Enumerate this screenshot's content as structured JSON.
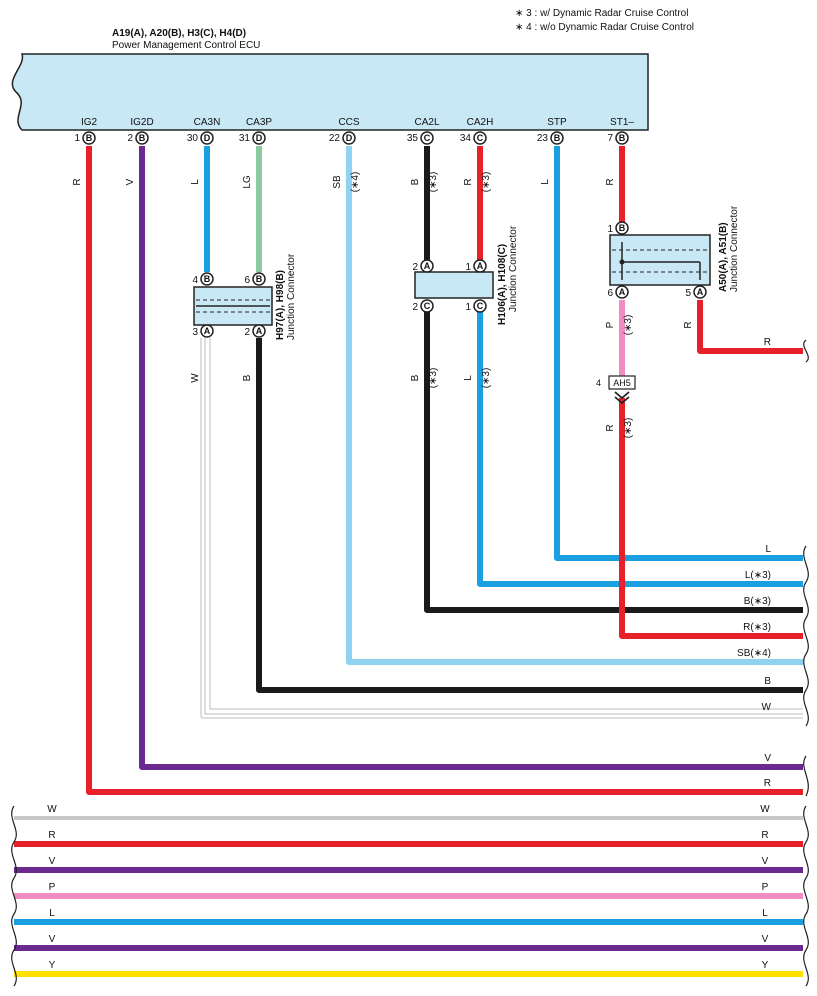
{
  "notes": [
    {
      "marker": "∗",
      "text": "3 : w/ Dynamic Radar Cruise Control"
    },
    {
      "marker": "∗",
      "text": "4 : w/o Dynamic Radar Cruise Control"
    }
  ],
  "ecu": {
    "code": "A19(A), A20(B), H3(C), H4(D)",
    "name": "Power Management Control ECU"
  },
  "ecu_pins": [
    {
      "num": "1",
      "letter": "B",
      "name": "IG2"
    },
    {
      "num": "2",
      "letter": "B",
      "name": "IG2D"
    },
    {
      "num": "30",
      "letter": "D",
      "name": "CA3N"
    },
    {
      "num": "31",
      "letter": "D",
      "name": "CA3P"
    },
    {
      "num": "22",
      "letter": "D",
      "name": "CCS"
    },
    {
      "num": "35",
      "letter": "C",
      "name": "CA2L"
    },
    {
      "num": "34",
      "letter": "C",
      "name": "CA2H"
    },
    {
      "num": "23",
      "letter": "B",
      "name": "STP"
    },
    {
      "num": "7",
      "letter": "B",
      "name": "ST1–"
    }
  ],
  "junctions": {
    "h97": {
      "code": "H97(A), H98(B)",
      "name": "Junction Connector",
      "pins": [
        {
          "num": "4",
          "letter": "B"
        },
        {
          "num": "6",
          "letter": "B"
        },
        {
          "num": "3",
          "letter": "A"
        },
        {
          "num": "2",
          "letter": "A"
        }
      ]
    },
    "h106": {
      "code": "H106(A), H108(C)",
      "name": "Junction Connector",
      "pins": [
        {
          "num": "2",
          "letter": "A"
        },
        {
          "num": "1",
          "letter": "A"
        },
        {
          "num": "2",
          "letter": "C"
        },
        {
          "num": "1",
          "letter": "C"
        }
      ]
    },
    "a50": {
      "code": "A50(A), A51(B)",
      "name": "Junction Connector",
      "pins": [
        {
          "num": "1",
          "letter": "B"
        },
        {
          "num": "6",
          "letter": "A"
        },
        {
          "num": "5",
          "letter": "A"
        }
      ]
    }
  },
  "connector_ah5": {
    "num": "4",
    "code": "AH5"
  },
  "wire_labels": {
    "ig2": "R",
    "ig2d": "V",
    "ca3n": "L",
    "ca3p": "LG",
    "ccs": "SB",
    "ccs_note": "(∗4)",
    "ca2l": "B",
    "ca2l_note": "(∗3)",
    "ca2h": "R",
    "ca2h_note": "(∗3)",
    "stp": "L",
    "st1": "R",
    "h97_out_left": "W",
    "h97_out_right": "B",
    "h106_out_left": "B",
    "h106_out_left_note": "(∗3)",
    "h106_out_right": "L",
    "h106_out_right_note": "(∗3)",
    "a50_pin6": "P",
    "a50_pin6_note": "(∗3)",
    "a50_pin5": "R",
    "ah5_out": "R",
    "ah5_out_note": "(∗3)"
  },
  "right_exits": [
    {
      "label": "R",
      "color": "#e8202a"
    },
    {
      "label": "L",
      "color": "#1aa0e0"
    },
    {
      "label": "L(∗3)",
      "color": "#1aa0e0"
    },
    {
      "label": "B(∗3)",
      "color": "#1a1a1a"
    },
    {
      "label": "R(∗3)",
      "color": "#e8202a"
    },
    {
      "label": "SB(∗4)",
      "color": "#8fd3f0"
    },
    {
      "label": "B",
      "color": "#1a1a1a"
    },
    {
      "label": "W",
      "color": "#c8c8c8"
    },
    {
      "label": "V",
      "color": "#6a2a90"
    },
    {
      "label": "R",
      "color": "#e8202a"
    }
  ],
  "pass_through": [
    {
      "left": "W",
      "right": "W",
      "color": "#c8c8c8"
    },
    {
      "left": "R",
      "right": "R",
      "color": "#e8202a"
    },
    {
      "left": "V",
      "right": "V",
      "color": "#6a2a90"
    },
    {
      "left": "P",
      "right": "P",
      "color": "#f08cc0"
    },
    {
      "left": "L",
      "right": "L",
      "color": "#1aa0e0"
    },
    {
      "left": "V",
      "right": "V",
      "color": "#6a2a90"
    },
    {
      "left": "Y",
      "right": "Y",
      "color": "#ffe000"
    }
  ],
  "colors": {
    "red": "#e8202a",
    "violet": "#6a2a90",
    "blue": "#1aa0e0",
    "light_green": "#8cc8a0",
    "sky_blue": "#8fd3f0",
    "black": "#1a1a1a",
    "white_wire": "#c8c8c8",
    "pink": "#f08cc0",
    "yellow": "#ffe000",
    "ecu_fill": "#c9e8f6",
    "junction_fill": "#c9e8f6"
  }
}
